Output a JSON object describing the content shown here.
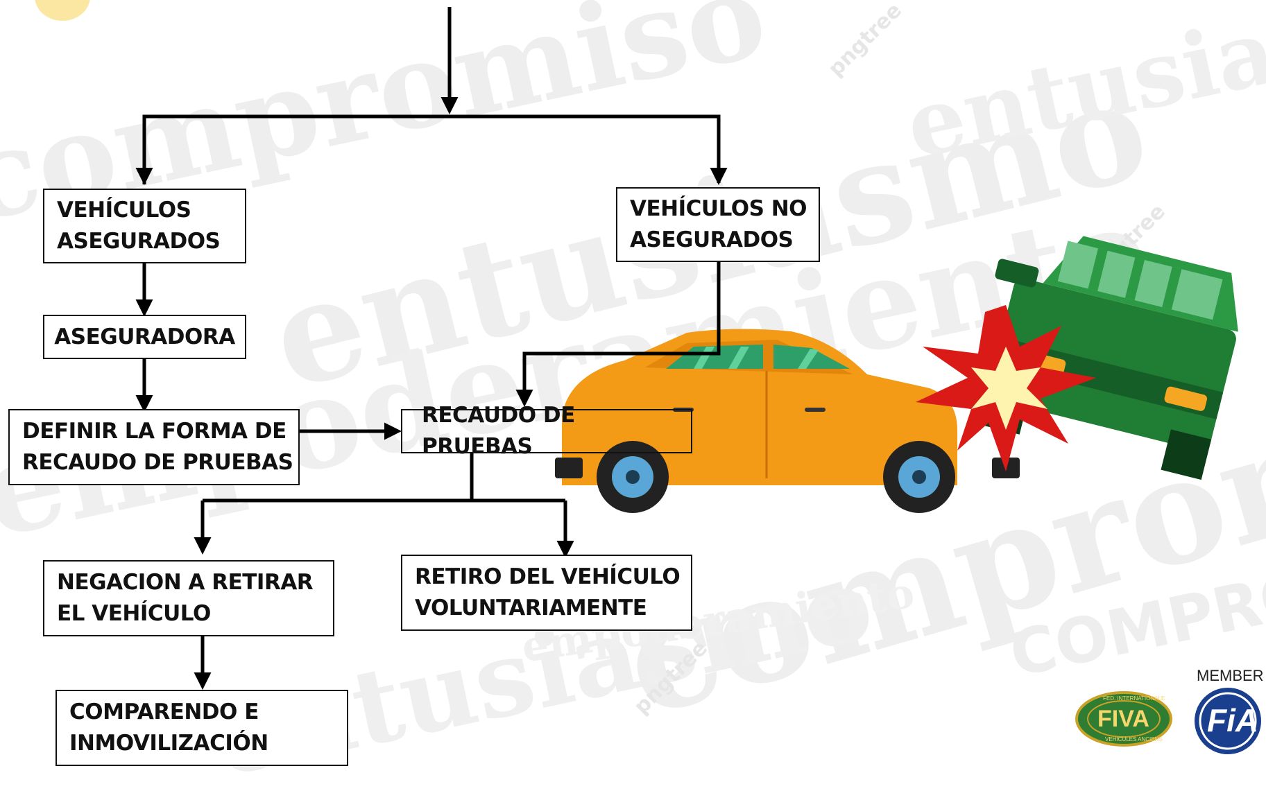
{
  "watermark": {
    "words": [
      "entusiasmo",
      "compromiso",
      "empoderamiento",
      "COMPROMISO",
      "pngtree"
    ]
  },
  "flow": {
    "insured": [
      "VEHÍCULOS",
      "ASEGURADOS"
    ],
    "uninsured": [
      "VEHÍCULOS NO",
      "ASEGURADOS"
    ],
    "insurer": "ASEGURADORA",
    "define": [
      "DEFINIR LA FORMA DE",
      "RECAUDO DE PRUEBAS"
    ],
    "collection": "RECAUDO DE PRUEBAS",
    "refusal": [
      "NEGACION A RETIRAR",
      "EL VEHÍCULO"
    ],
    "withdrawal": [
      "RETIRO DEL VEHÍCULO",
      "VOLUNTARIAMENTE"
    ],
    "summons": [
      "COMPARENDO E",
      "INMOVILIZACIÓN"
    ]
  },
  "logos": {
    "member_text": "MEMBER O",
    "fiva": "FIVA",
    "fiva_ring": [
      "FED. INTERNATIONALE",
      "VEHICULES ANCIENS"
    ],
    "fia": "FiA"
  },
  "colors": {
    "orange_car": "#f39a16",
    "green_car": "#1f7d34",
    "crash_red": "#d91a17",
    "crash_yellow": "#fff3b0",
    "fiva_green": "#2e7d32",
    "fia_blue": "#1b3f8f"
  }
}
